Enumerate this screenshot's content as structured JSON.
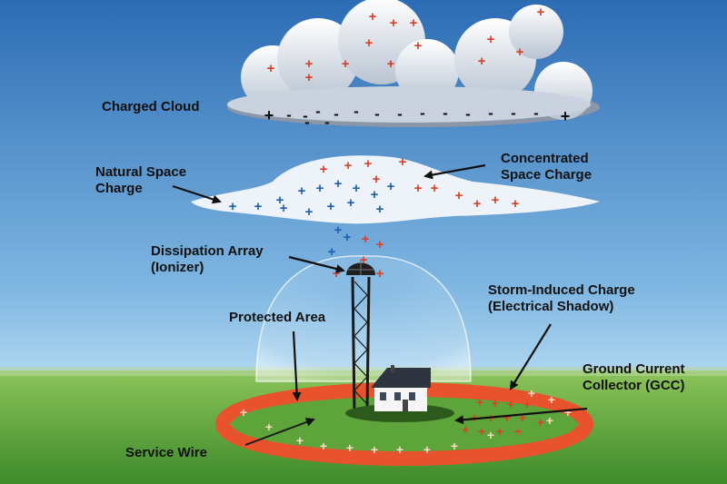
{
  "labels": {
    "charged_cloud": "Charged Cloud",
    "natural_space_charge": [
      "Natural Space",
      "Charge"
    ],
    "concentrated_space_charge": [
      "Concentrated",
      "Space Charge"
    ],
    "dissipation_array": [
      "Dissipation Array",
      "(Ionizer)"
    ],
    "protected_area": "Protected Area",
    "storm_induced_charge": [
      "Storm-Induced Charge",
      "(Electrical Shadow)"
    ],
    "ground_current_collector": [
      "Ground Current",
      "Collector (GCC)"
    ],
    "service_wire": "Service Wire"
  },
  "symbols": {
    "positive": "+",
    "negative": "-"
  },
  "colors": {
    "sky_top": "#2f6fb6",
    "sky_bottom": "#a9d3ee",
    "grass": "#5fa43a",
    "positive_charge": "#d8402a",
    "negative_charge": "#1d5fb3",
    "collector_ring": "#e8532e",
    "cloud": "#eef2f7"
  }
}
